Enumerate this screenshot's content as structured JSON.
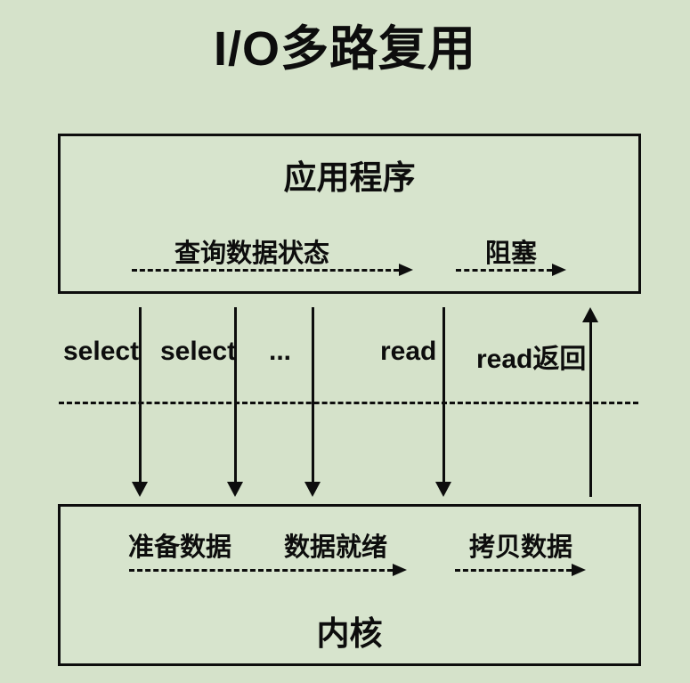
{
  "page": {
    "title": "I/O多路复用"
  },
  "colors": {
    "background": "#d5e2ca",
    "ink": "#0d0d0d"
  },
  "app_box": {
    "title": "应用程序",
    "query_arrow_label": "查询数据状态",
    "block_arrow_label": "阻塞"
  },
  "timeline": {
    "call_labels": [
      "select",
      "select",
      "...",
      "read",
      "read返回"
    ],
    "down_arrow_count": 4,
    "up_arrow_count": 1
  },
  "kernel_box": {
    "title": "内核",
    "stage_labels": [
      "准备数据",
      "数据就绪",
      "拷贝数据"
    ]
  }
}
